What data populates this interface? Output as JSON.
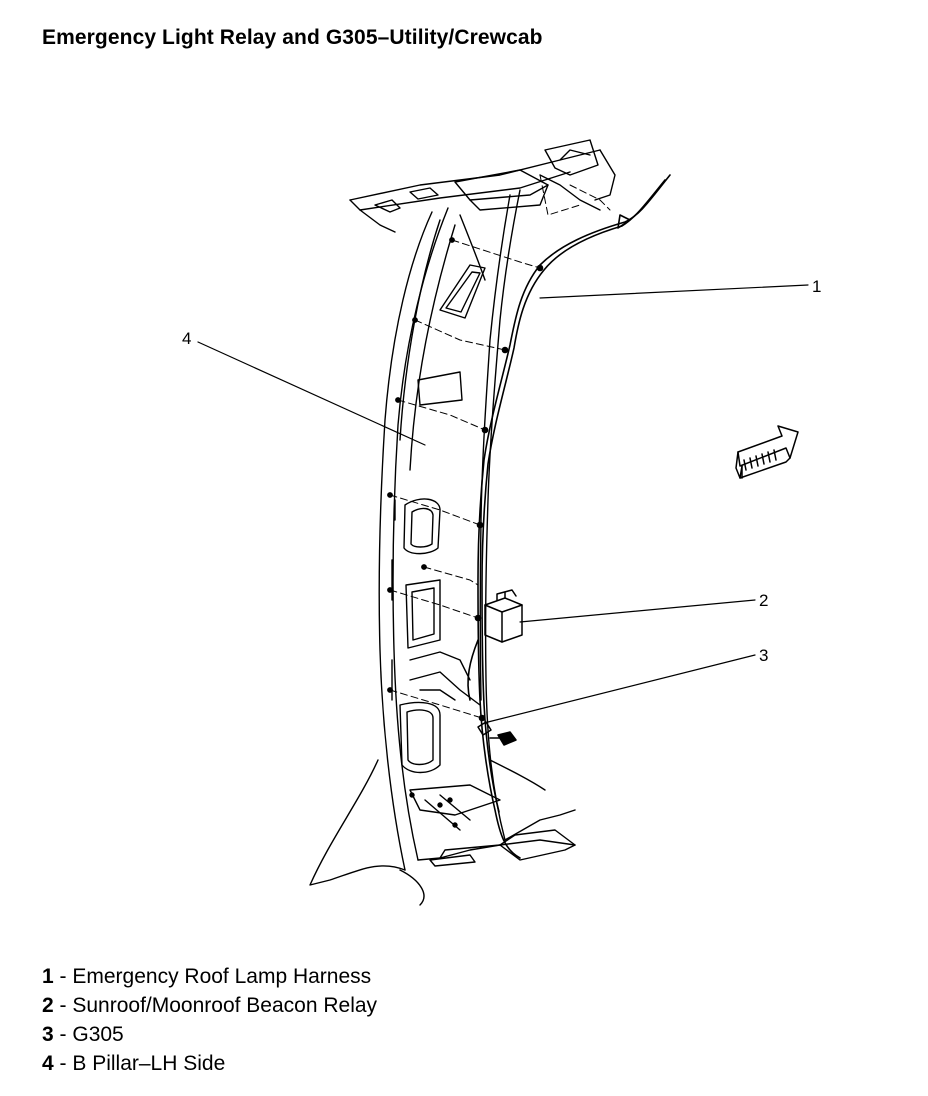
{
  "title": "Emergency Light Relay and G305–Utility/Crewcab",
  "callouts": [
    {
      "number": "1",
      "name": "Emergency Roof Lamp Harness"
    },
    {
      "number": "2",
      "name": "Sunroof/Moonroof Beacon Relay"
    },
    {
      "number": "3",
      "name": "G305"
    },
    {
      "number": "4",
      "name": "B Pillar–LH Side"
    }
  ],
  "legend_separator": " - ",
  "colors": {
    "line": "#000000",
    "background": "#ffffff"
  },
  "icons": [
    "direction-arrow-icon",
    "ground-bolt-icon",
    "relay-icon"
  ]
}
